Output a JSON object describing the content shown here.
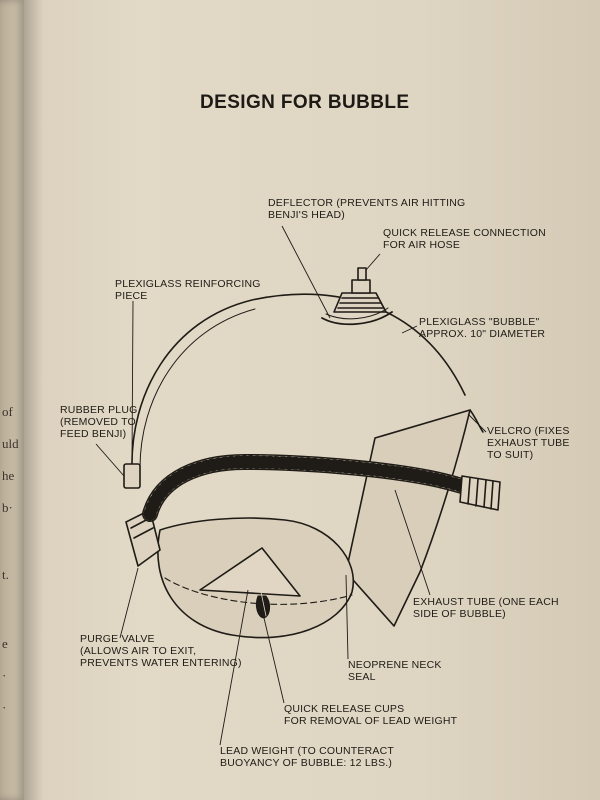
{
  "title": "DESIGN FOR BUBBLE",
  "edge_fragments": [
    "of",
    "uld",
    "he",
    "b·",
    "t.",
    "e",
    "·",
    "·"
  ],
  "labels": {
    "deflector": [
      "DEFLECTOR (PREVENTS AIR HITTING",
      "BENJI'S HEAD)"
    ],
    "quick_release_connection": [
      "QUICK RELEASE CONNECTION",
      "FOR AIR HOSE"
    ],
    "reinforcing_piece": [
      "PLEXIGLASS REINFORCING",
      "PIECE"
    ],
    "bubble": [
      "PLEXIGLASS \"BUBBLE\"",
      "APPROX. 10\" DIAMETER"
    ],
    "rubber_plug": [
      "RUBBER PLUG",
      "(REMOVED TO",
      "FEED BENJI)"
    ],
    "velcro": [
      "VELCRO (FIXES",
      "EXHAUST TUBE",
      "TO SUIT)"
    ],
    "exhaust_tube": [
      "EXHAUST TUBE (ONE EACH",
      "SIDE OF BUBBLE)"
    ],
    "purge_valve": [
      "PURGE VALVE",
      "(ALLOWS AIR TO EXIT,",
      "PREVENTS WATER ENTERING)"
    ],
    "neoprene_seal": [
      "NEOPRENE NECK",
      "SEAL"
    ],
    "quick_release_cups": [
      "QUICK RELEASE CUPS",
      "FOR REMOVAL OF LEAD WEIGHT"
    ],
    "lead_weight": [
      "LEAD WEIGHT (TO COUNTERACT",
      "BUOYANCY OF BUBBLE: 12 LBS.)"
    ]
  }
}
